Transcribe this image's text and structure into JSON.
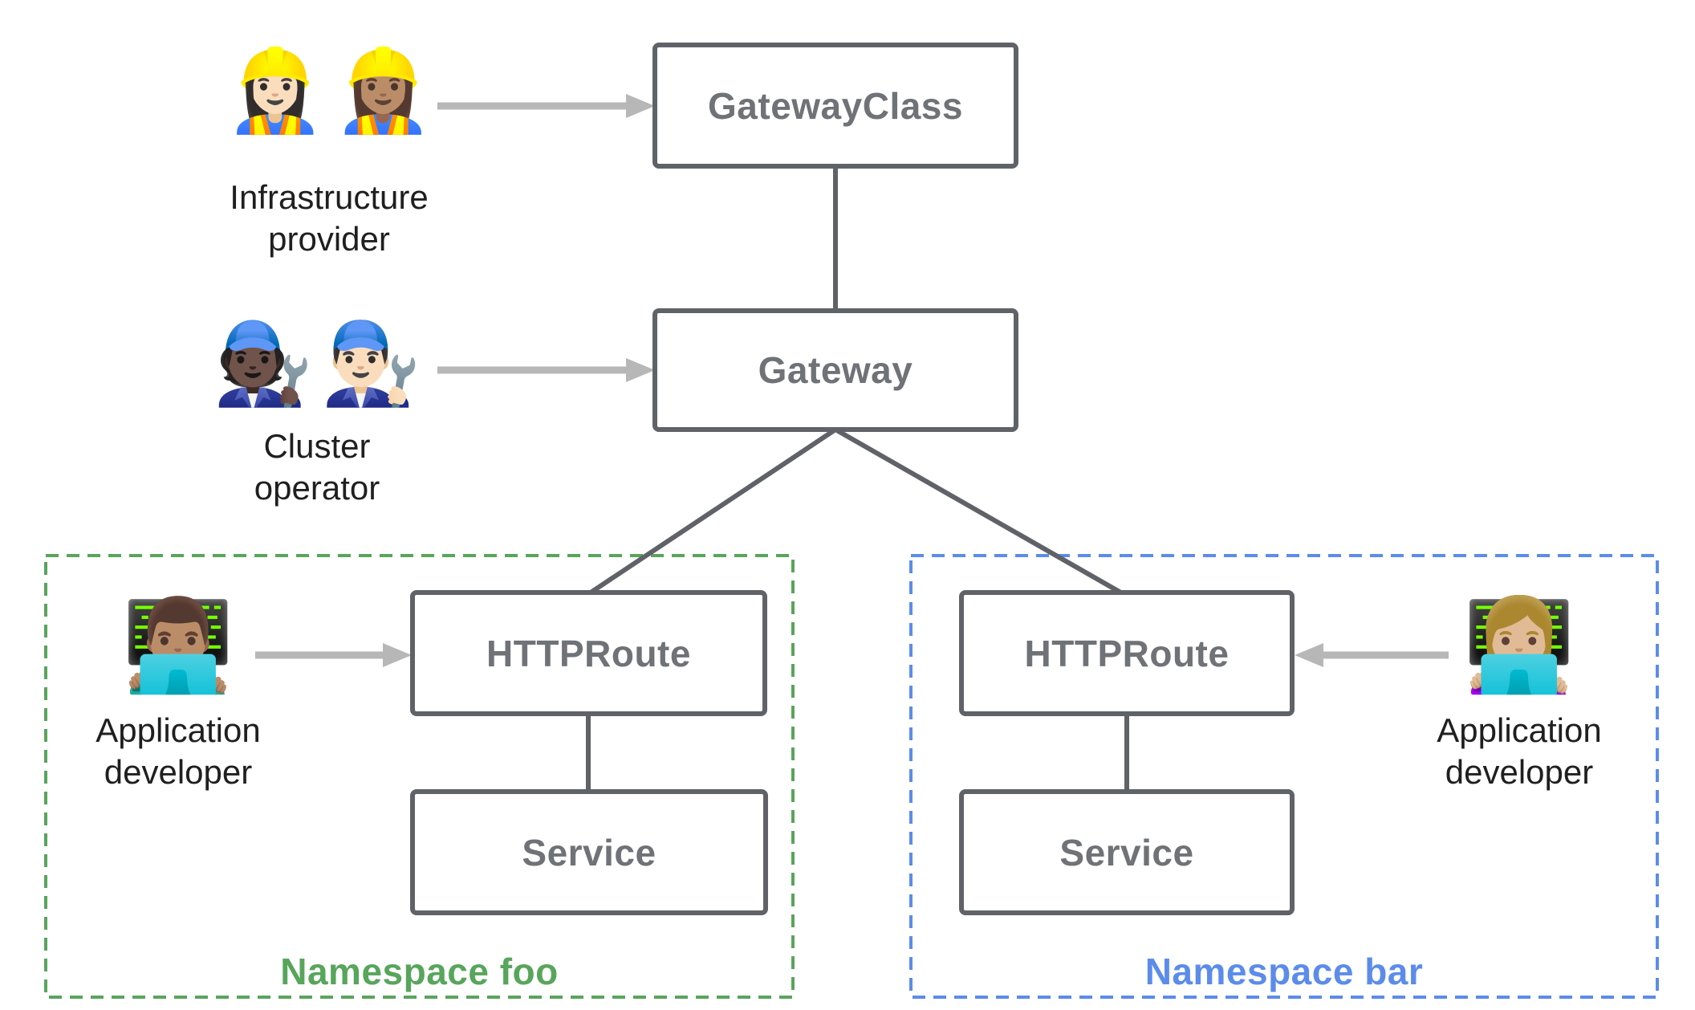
{
  "nodes": {
    "gateway_class": {
      "label": "GatewayClass"
    },
    "gateway": {
      "label": "Gateway"
    },
    "httproute_foo": {
      "label": "HTTPRoute"
    },
    "service_foo": {
      "label": "Service"
    },
    "httproute_bar": {
      "label": "HTTPRoute"
    },
    "service_bar": {
      "label": "Service"
    }
  },
  "personas": {
    "infrastructure_provider": {
      "line1": "Infrastructure",
      "line2": "provider",
      "emojis": [
        "👷🏻‍♀️",
        "👷🏽‍♀️"
      ]
    },
    "cluster_operator": {
      "line1": "Cluster",
      "line2": "operator",
      "emojis": [
        "🧑🏿‍🔧",
        "👨🏻‍🔧"
      ]
    },
    "app_developer_foo": {
      "line1": "Application",
      "line2": "developer",
      "emoji": "👨🏽‍💻"
    },
    "app_developer_bar": {
      "line1": "Application",
      "line2": "developer",
      "emoji": "👩🏼‍💻"
    }
  },
  "namespaces": {
    "foo": {
      "label": "Namespace foo",
      "color": "#58a55c"
    },
    "bar": {
      "label": "Namespace bar",
      "color": "#5c8ceb"
    }
  },
  "colors": {
    "node_border": "#5f6368",
    "node_text": "#6f7276",
    "connector": "#5f6368",
    "arrow": "#b7b7b7",
    "persona_text": "#1f1f1f",
    "background": "#ffffff"
  }
}
